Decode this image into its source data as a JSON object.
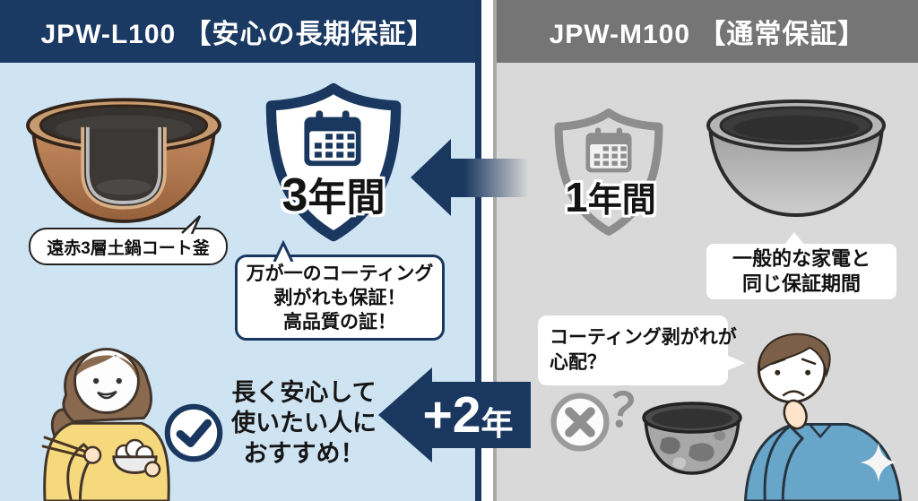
{
  "left_panel": {
    "header": "JPW-L100 【安心の長期保証】",
    "pot_caption": "遠赤3層土鍋コート釜",
    "warranty": {
      "number": "3",
      "unit": "年間"
    },
    "warranty_note_lines": [
      "万が一のコーティング",
      "剥がれも保証！",
      "高品質の証！"
    ],
    "recommendation_lines": [
      "長く安心して",
      "使いたい人に",
      "おすすめ！"
    ]
  },
  "right_panel": {
    "header": "JPW-M100 【通常保証】",
    "warranty": {
      "number": "1",
      "unit": "年間"
    },
    "pot_caption_lines": [
      "一般的な家電と",
      "同じ保証期間"
    ],
    "worry_lines": [
      "コーティング剥がれが",
      "心配？"
    ],
    "question_mark": "？"
  },
  "bonus_arrow": {
    "number": "+2",
    "unit": "年"
  },
  "colors": {
    "navy": "#19375f",
    "header_navy": "#1b3a63",
    "light_blue": "#cfe4f2",
    "header_gray": "#757575",
    "panel_gray": "#d9d9d9",
    "white": "#ffffff"
  }
}
